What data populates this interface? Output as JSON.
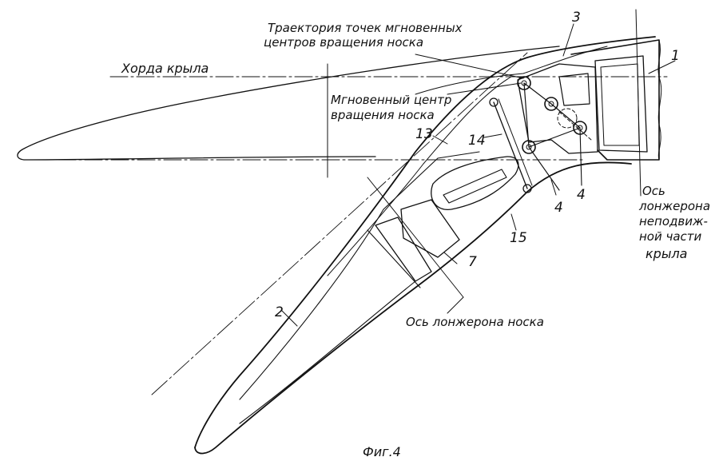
{
  "figure": {
    "caption": "Фиг.4",
    "labels": {
      "chord": "Хорда крыла",
      "trajectory_line1": "Траектория точек мгновенных",
      "trajectory_line2": "центров вращения носка",
      "instant_center_line1": "Мгновенный центр",
      "instant_center_line2": "вращения носка",
      "fixed_spar_line1": "Ось",
      "fixed_spar_line2": "лонжерона",
      "fixed_spar_line3": "неподвиж-",
      "fixed_spar_line4": "ной части",
      "fixed_spar_line5": "крыла",
      "nose_spar_axis": "Ось лонжерона носка"
    },
    "part_numbers": {
      "p1": "1",
      "p2": "2",
      "p3": "3",
      "p4a": "4",
      "p4b": "4",
      "p7": "7",
      "p13": "13",
      "p14": "14",
      "p15": "15"
    },
    "colors": {
      "ink": "#111111",
      "paper": "#ffffff"
    }
  }
}
